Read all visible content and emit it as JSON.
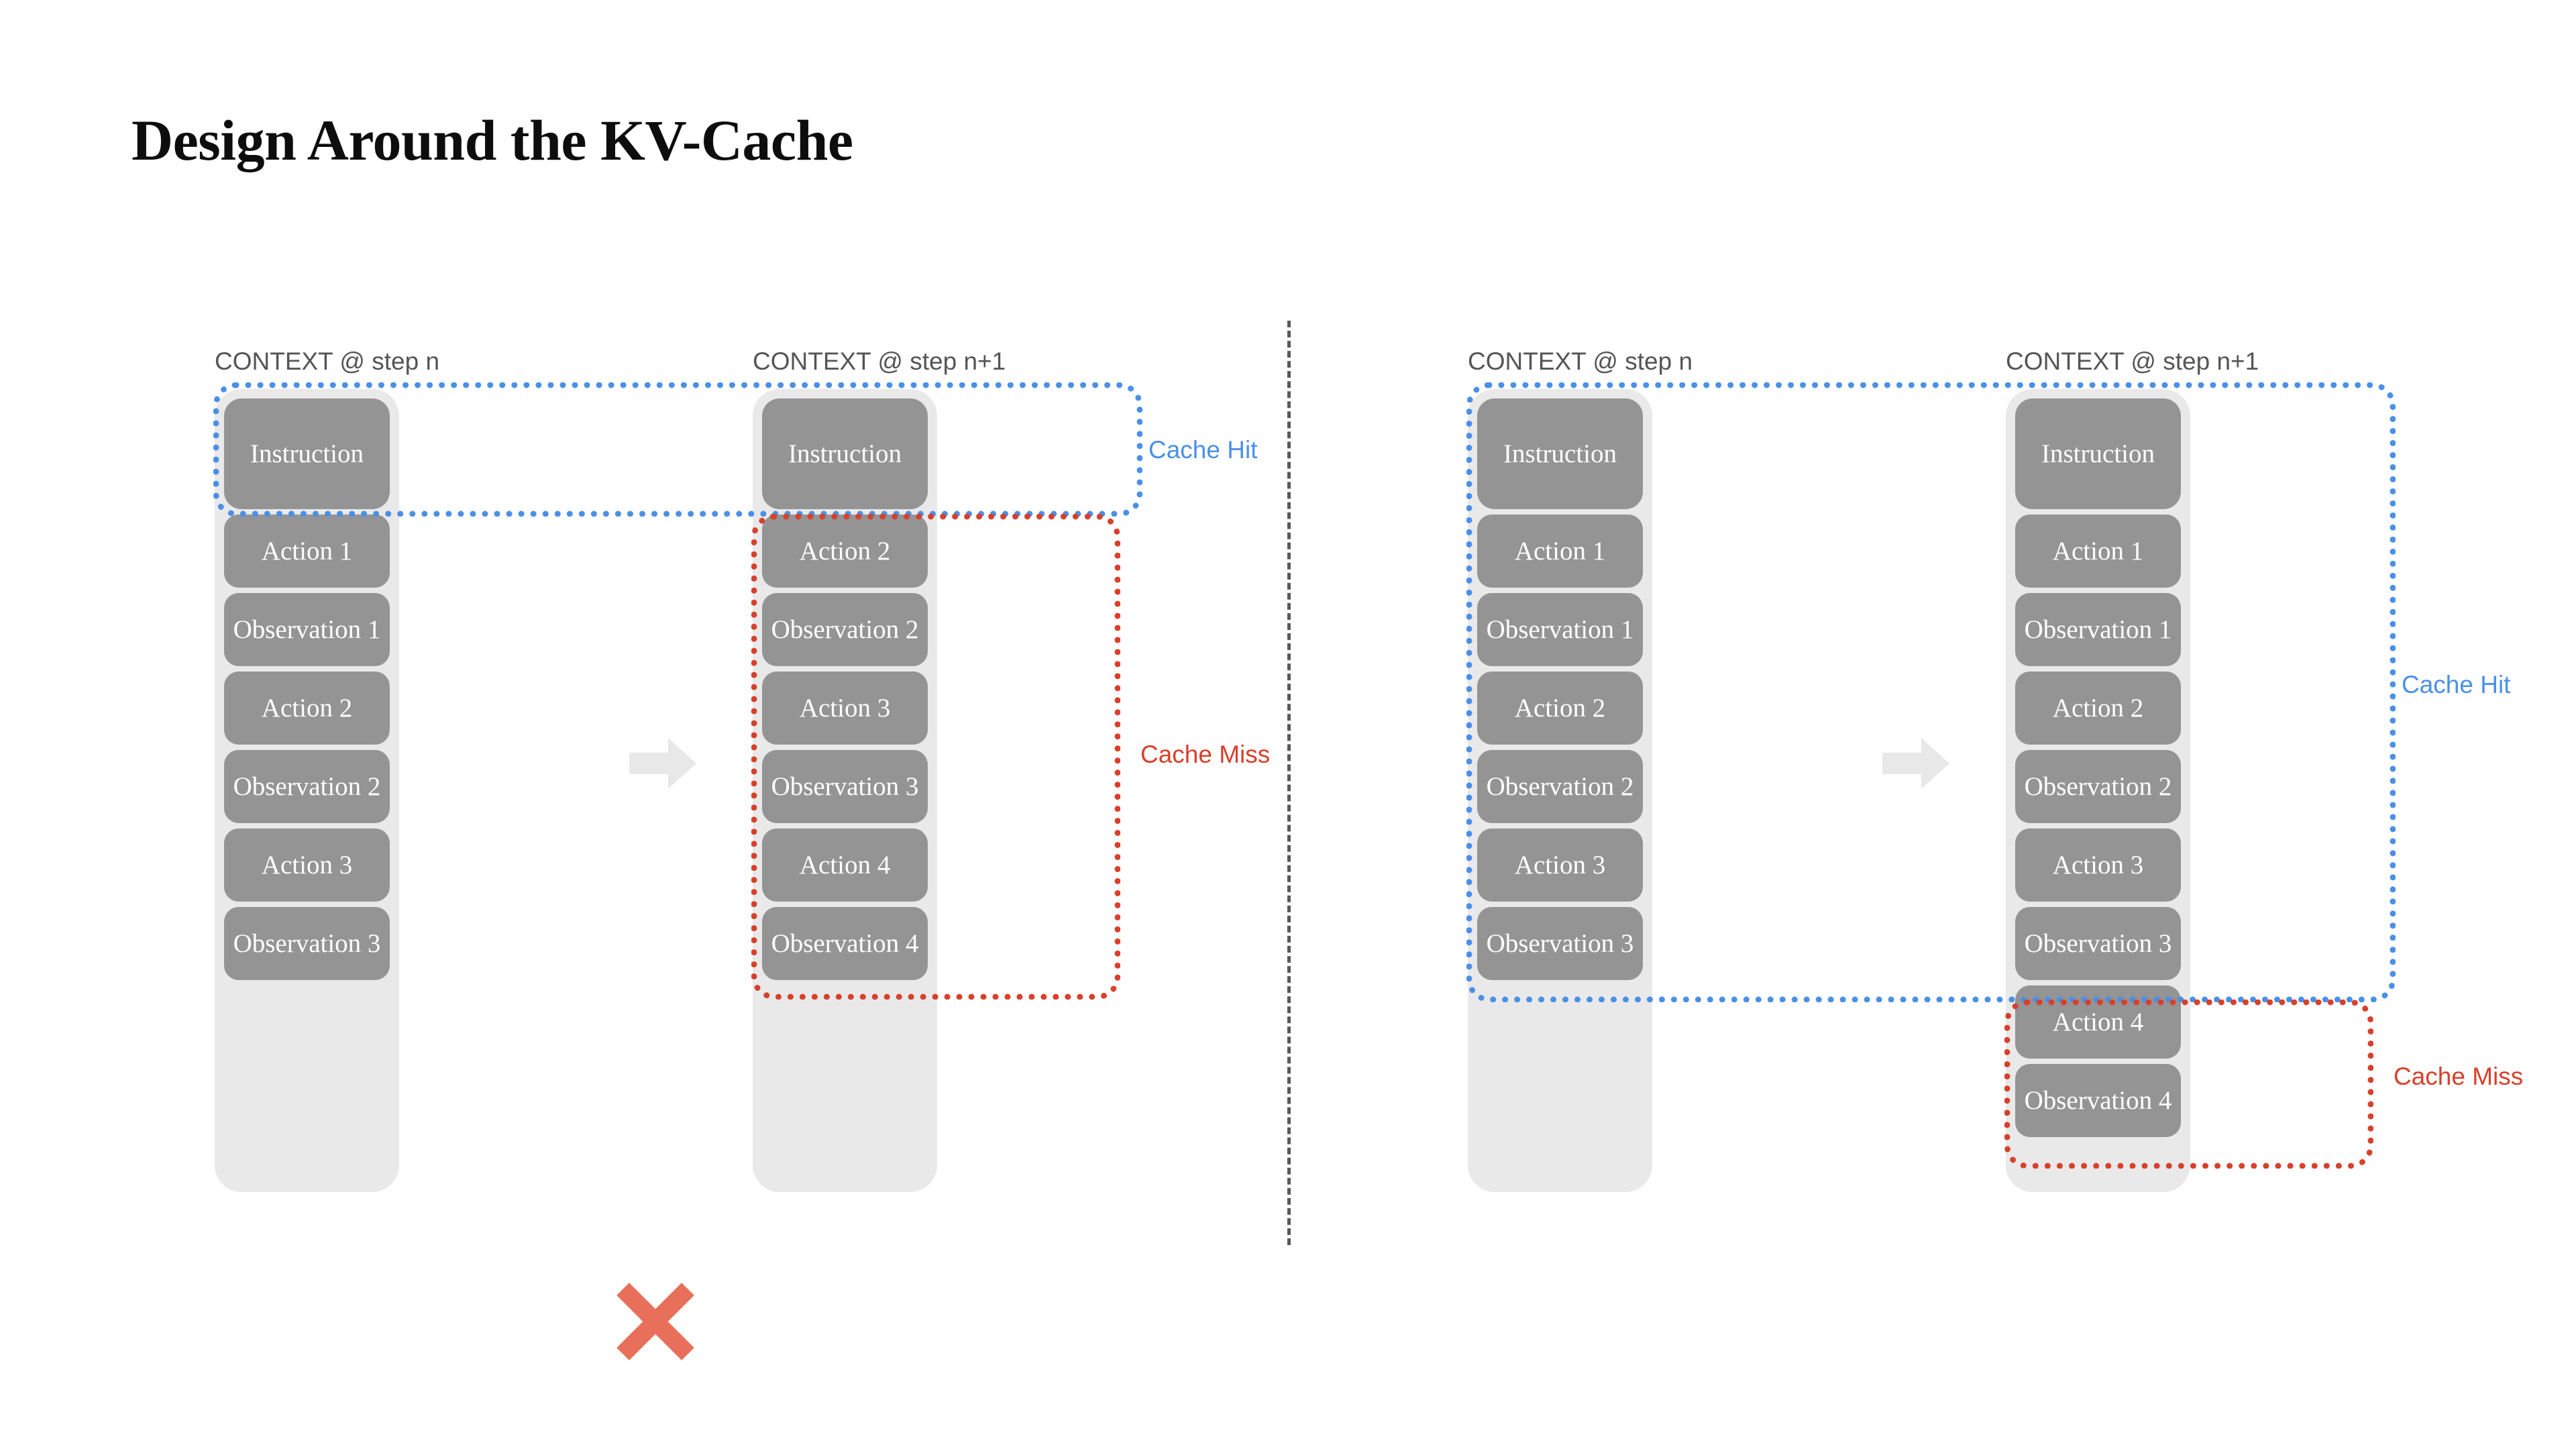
{
  "title": "Design Around the KV-Cache",
  "colors": {
    "cache_hit": "#4a90e8",
    "cache_miss": "#d8402a",
    "cell_fill": "#949494",
    "stack_fill": "#e9e9e9",
    "arrow_fill": "#e8e8e8",
    "cross_mark": "#e8705a",
    "check_mark": "#7ed25a",
    "header_text": "#555555",
    "title_text": "#0d0d0d",
    "divider": "#595959"
  },
  "labels": {
    "cache_hit": "Cache Hit",
    "cache_miss": "Cache Miss",
    "arrow": "right-arrow",
    "cross": "cross-mark",
    "check": "check-mark"
  },
  "panels": [
    {
      "id": "bad",
      "verdict": "cross",
      "columns": [
        {
          "header": "CONTEXT @ step n",
          "cells": [
            "Instruction",
            "Action 1",
            "Observation 1",
            "Action 2",
            "Observation 2",
            "Action 3",
            "Observation 3"
          ]
        },
        {
          "header": "CONTEXT @ step n+1",
          "cells": [
            "Instruction",
            "Action 2",
            "Observation 2",
            "Action 3",
            "Observation 3",
            "Action 4",
            "Observation 4"
          ]
        }
      ]
    },
    {
      "id": "good",
      "verdict": "check",
      "columns": [
        {
          "header": "CONTEXT @ step n",
          "cells": [
            "Instruction",
            "Action 1",
            "Observation 1",
            "Action 2",
            "Observation 2",
            "Action 3",
            "Observation 3"
          ]
        },
        {
          "header": "CONTEXT @ step n+1",
          "cells": [
            "Instruction",
            "Action 1",
            "Observation 1",
            "Action 2",
            "Observation 2",
            "Action 3",
            "Observation 3",
            "Action 4",
            "Observation 4"
          ]
        }
      ]
    }
  ]
}
